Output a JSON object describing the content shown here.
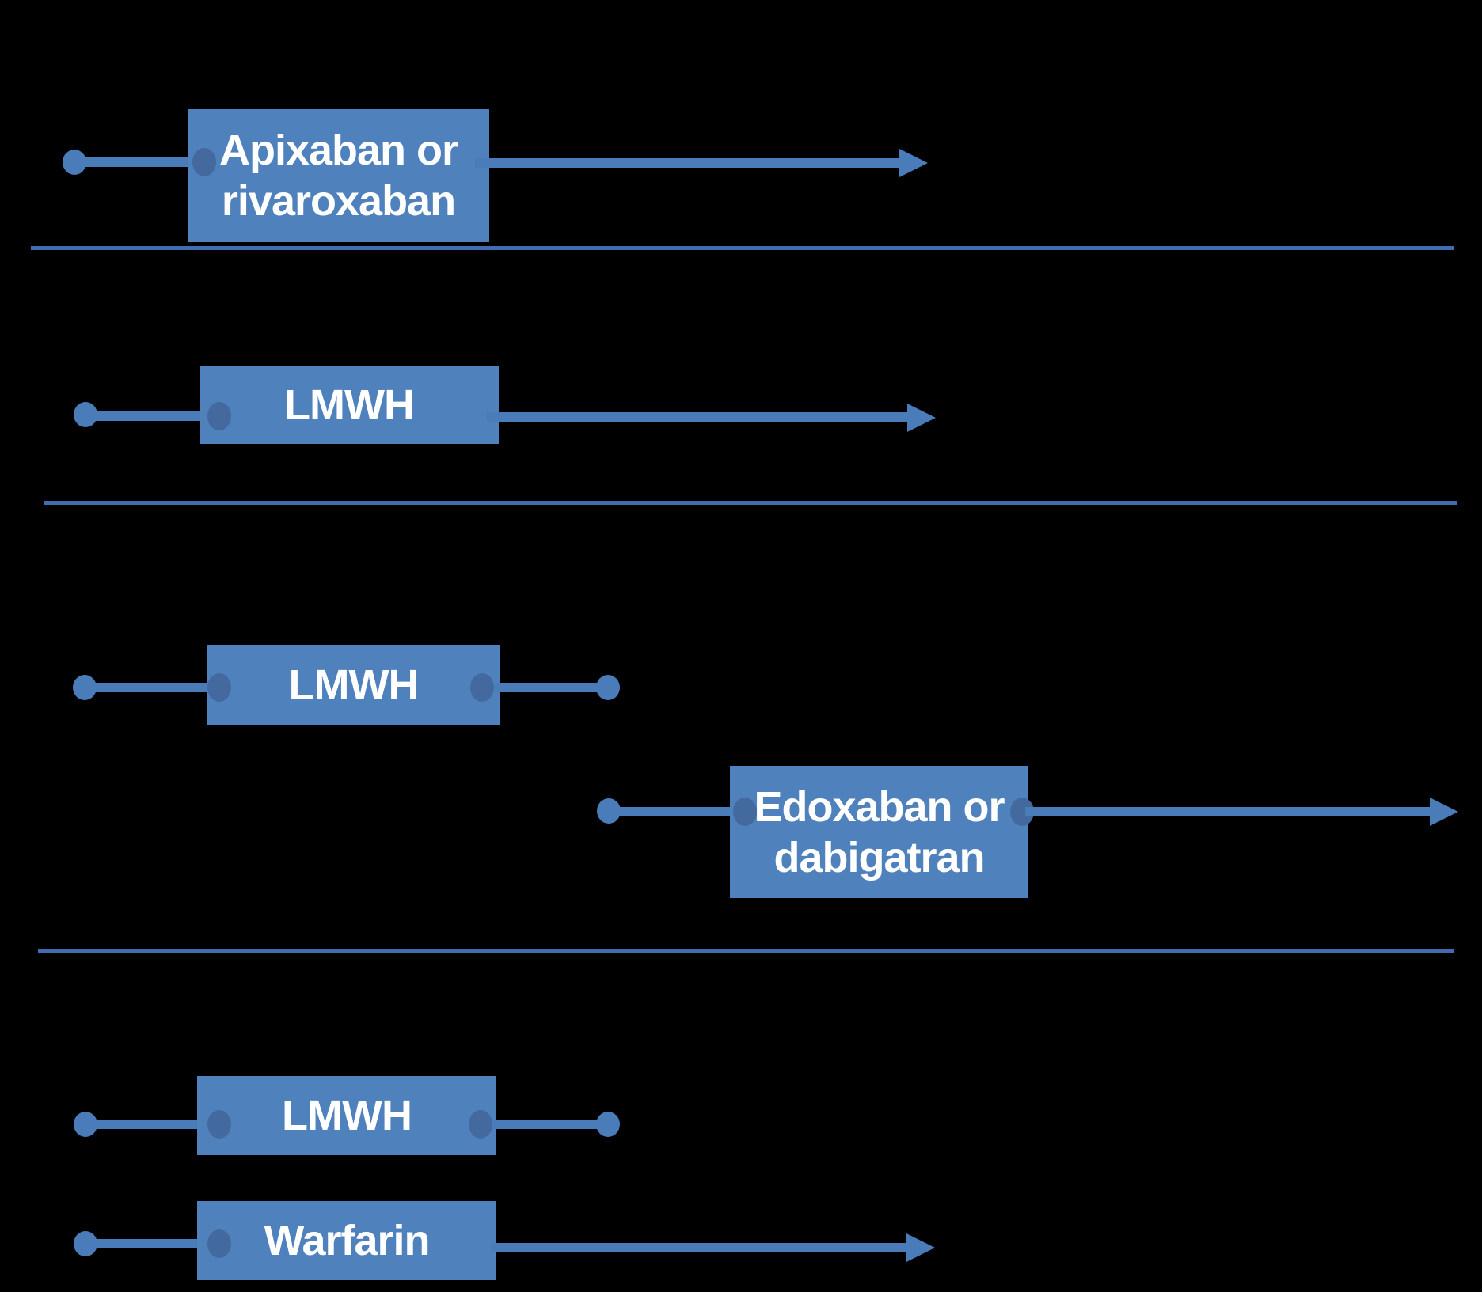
{
  "diagram": {
    "description": "Timeline diagram of anticoagulation treatment regimens",
    "background": "#000000",
    "colors": {
      "box_fill": "#4f81bd",
      "line": "#4a7cba",
      "edge_dot": "#44699f",
      "divider": "#3f6db0",
      "text": "#ffffff"
    },
    "rows": [
      {
        "name": "apixaban-rivaroxaban",
        "label_lines": [
          "Apixaban or",
          "rivaroxaban"
        ]
      },
      {
        "name": "lmwh-row-2",
        "label_lines": [
          "LMWH"
        ]
      },
      {
        "name": "lmwh-row-3",
        "label_lines": [
          "LMWH"
        ]
      },
      {
        "name": "edoxaban-dabigatran",
        "label_lines": [
          "Edoxaban or",
          "dabigatran"
        ]
      },
      {
        "name": "lmwh-row-5",
        "label_lines": [
          "LMWH"
        ]
      },
      {
        "name": "warfarin",
        "label_lines": [
          "Warfarin"
        ]
      }
    ]
  }
}
